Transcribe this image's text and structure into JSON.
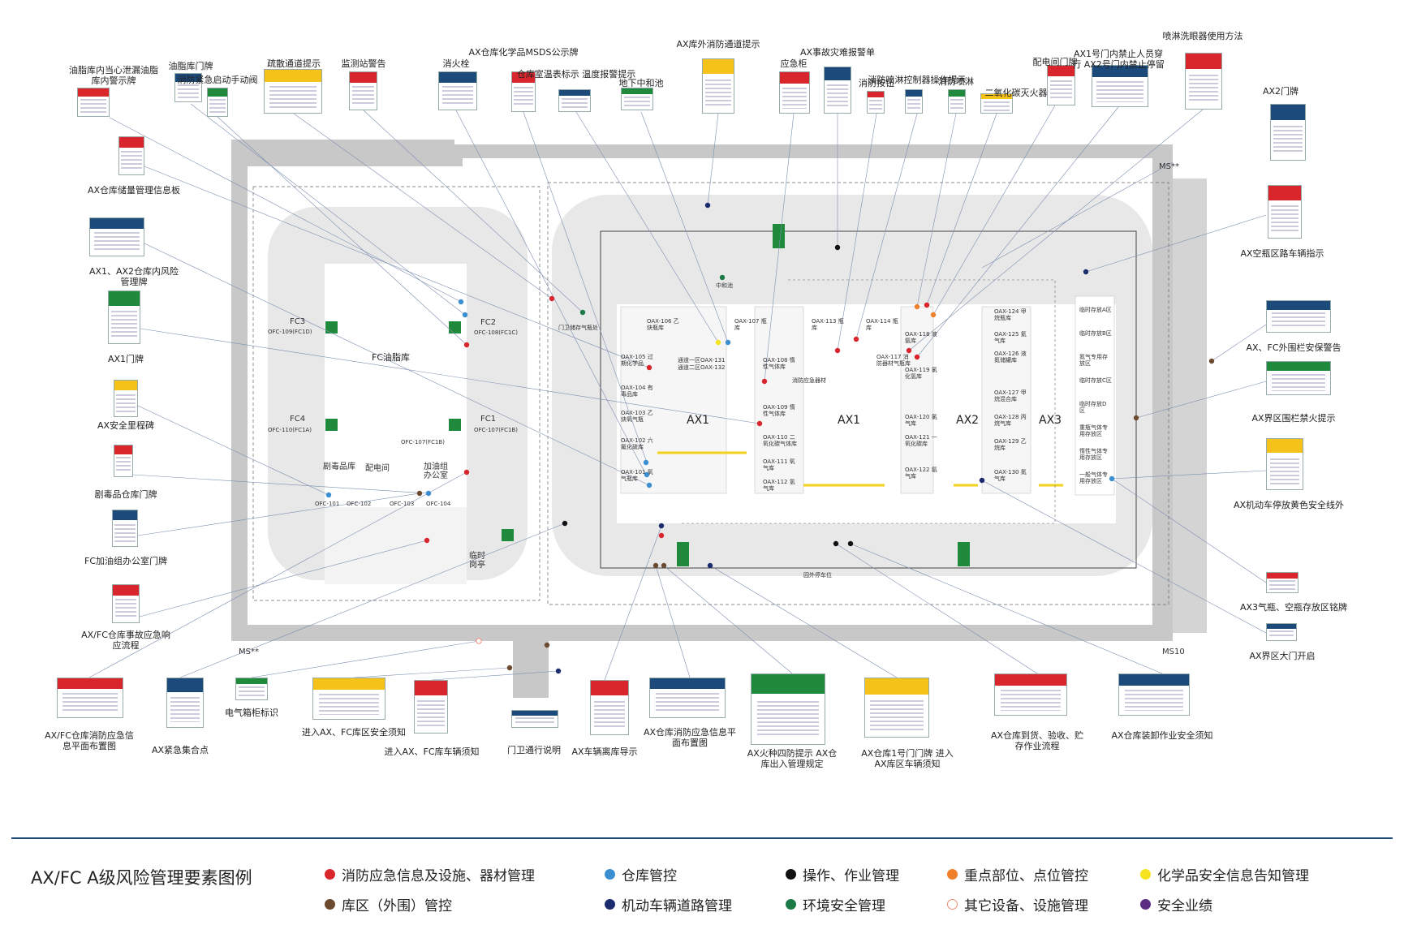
{
  "colors": {
    "road": "#c8c8c8",
    "zone": "#e6e6e6",
    "building": "#ffffff",
    "accent_blue": "#1c4a7a",
    "fire_red": "#d9262c",
    "storage_blue": "#3b8fd1",
    "ops_black": "#111111",
    "keypoint_orange": "#f07f2b",
    "chem_yellow": "#f5e31f",
    "perimeter_brown": "#6b4a2f",
    "traffic_navy": "#1b2c6e",
    "env_green": "#1b7a45",
    "other_hollow": "#f08a76",
    "safety_purple": "#5b2d82"
  },
  "legend": {
    "title": "AX/FC A级风险管理要素图例",
    "items": [
      {
        "label": "消防应急信息及设施、器材管理",
        "color": "#d9262c",
        "hollow": false
      },
      {
        "label": "仓库管控",
        "color": "#3b8fd1",
        "hollow": false
      },
      {
        "label": "操作、作业管理",
        "color": "#111111",
        "hollow": false
      },
      {
        "label": "重点部位、点位管控",
        "color": "#f07f2b",
        "hollow": false
      },
      {
        "label": "化学品安全信息告知管理",
        "color": "#f5e31f",
        "hollow": false
      },
      {
        "label": "库区（外围）管控",
        "color": "#6b4a2f",
        "hollow": false
      },
      {
        "label": "机动车辆道路管理",
        "color": "#1b2c6e",
        "hollow": false
      },
      {
        "label": "环境安全管理",
        "color": "#1b7a45",
        "hollow": false
      },
      {
        "label": "其它设备、设施管理",
        "color": "#f08a76",
        "hollow": true
      },
      {
        "label": "安全业绩",
        "color": "#5b2d82",
        "hollow": false
      }
    ]
  },
  "map": {
    "fc_building": "FC油脂库",
    "fc_rooms": {
      "fc3": "FC3",
      "fc3_code": "OFC-109(FC1D)",
      "fc2": "FC2",
      "fc2_code": "OFC-108(FC1C)",
      "fc4": "FC4",
      "fc4_code": "OFC-110(FC1A)",
      "fc1": "FC1",
      "fc1_code": "OFC-107(FC1B)",
      "mid_code": "OFC-107(FC1B)",
      "hazmat": "剧毒品库",
      "power": "配电间",
      "office": "加油组办公室",
      "c101": "OFC-101",
      "c102": "OFC-102",
      "c103": "OFC-103",
      "c104": "OFC-104"
    },
    "temp_area": "临时岗亭",
    "ax_halls": [
      "AX1",
      "AX1",
      "AX2",
      "AX3"
    ],
    "ms_labels": {
      "top_right": "MS**",
      "bottom_left": "MS**",
      "bottom_right": "MS10"
    },
    "middle_labels": {
      "neutral": "中和池",
      "gas": "门卫储存气瓶处",
      "fire_equip": "消防应急器材",
      "road_note": "园外停车位"
    },
    "rooms": [
      "OAX-106 乙炔瓶库",
      "OAX-107 瓶库",
      "OAX-113 瓶库",
      "OAX-114 瓶库",
      "OAX-105 过期化学品",
      "OAX-104 有毒品库",
      "OAX-103 乙炔氧气瓶",
      "OAX-102 六氟化硫库",
      "OAX-101 氧气瓶库",
      "OAX-108 惰性气体库",
      "OAX-109 惰性气体库",
      "OAX-110 二氧化碳气体库",
      "OAX-111 氧气库",
      "OAX-112 氢气库",
      "OAX-117 消防器材气瓶库",
      "OAX-118 液氨库",
      "OAX-119 氯化氢库",
      "OAX-120 氯气库",
      "OAX-121 一氧化碳库",
      "OAX-122 氨气库",
      "OAX-124 甲烷瓶库",
      "OAX-125 氦气库",
      "OAX-126 液氮储罐库",
      "OAX-127 甲烷混合库",
      "OAX-128 丙烷气库",
      "OAX-129 乙烷库",
      "OAX-130 氮气库"
    ],
    "ax3_zones": [
      "临时存放A区",
      "临时存放B区",
      "氮气专用存放区",
      "临时存放C区",
      "临时存放D区",
      "重瓶气体专用存放区",
      "惰性气体专用存放区",
      "一般气体专用存放区"
    ],
    "corridor_labels": [
      "通道一区OAX-131",
      "通道二区OAX-132"
    ]
  },
  "signs_top": [
    "油脂库内当心泄漏油脂库内警示牌",
    "油脂库门牌",
    "消防紧急启动手动阀",
    "疏散通道提示",
    "监测站警告",
    "消火栓",
    "AX仓库化学品MSDS公示牌",
    "仓库室温表标示 温度报警提示",
    "地下中和池",
    "AX库外消防通道提示",
    "应急柜",
    "AX事故灾难报警单",
    "消防按钮",
    "消防喷淋控制器操作提示",
    "消防喷淋",
    "二氧化碳灭火器",
    "配电间门牌",
    "AX1号门内禁止人员穿行 AX2号门内禁止停留",
    "喷淋洗眼器使用方法",
    "AX2门牌"
  ],
  "signs_left": [
    "AX仓库储量管理信息板",
    "AX1、AX2仓库内风险管理牌",
    "AX1门牌",
    "AX安全里程碑",
    "剧毒品仓库门牌",
    "FC加油组办公室门牌",
    "AX/FC仓库事故应急响应流程"
  ],
  "signs_right": [
    "AX空瓶区路车辆指示",
    "AX、FC外围栏安保警告",
    "AX界区围栏禁火提示",
    "AX机动车停放黄色安全线外",
    "AX3气瓶、空瓶存放区铭牌",
    "AX界区大门开启"
  ],
  "signs_bottom": [
    "AX/FC仓库消防应急信息平面布置图",
    "AX紧急集合点",
    "电气箱柜标识",
    "进入AX、FC库区安全须知",
    "进入AX、FC库车辆须知",
    "门卫通行说明",
    "AX车辆离库导示",
    "AX仓库消防应急信息平面布置图",
    "AX火种四防提示 AX仓库出入管理规定",
    "AX仓库1号门门牌 进入AX库区车辆须知",
    "AX仓库到货、验收、贮存作业流程",
    "AX仓库装卸作业安全须知"
  ]
}
